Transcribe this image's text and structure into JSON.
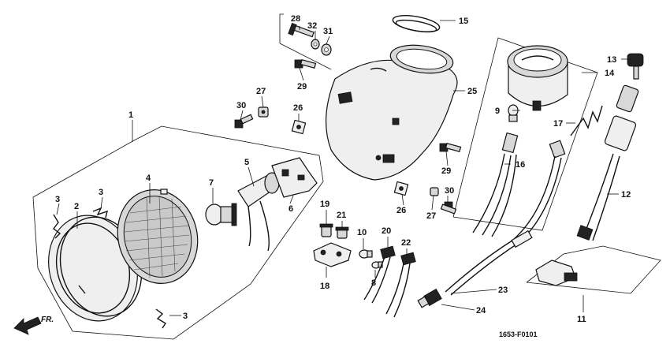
{
  "callouts": {
    "c1": "1",
    "c2": "2",
    "c3a": "3",
    "c3b": "3",
    "c3c": "3",
    "c4": "4",
    "c5": "5",
    "c6": "6",
    "c7": "7",
    "c8": "8",
    "c9": "9",
    "c10": "10",
    "c11": "11",
    "c12": "12",
    "c13": "13",
    "c14": "14",
    "c15": "15",
    "c16": "16",
    "c17": "17",
    "c18": "18",
    "c19": "19",
    "c20": "20",
    "c21": "21",
    "c22": "22",
    "c23": "23",
    "c24": "24",
    "c25": "25",
    "c26a": "26",
    "c26b": "26",
    "c27a": "27",
    "c27b": "27",
    "c28": "28",
    "c29a": "29",
    "c29b": "29",
    "c30a": "30",
    "c30b": "30",
    "c31": "31",
    "c32": "32"
  },
  "direction_label": "FR.",
  "diagram_code": "1653-F0101"
}
